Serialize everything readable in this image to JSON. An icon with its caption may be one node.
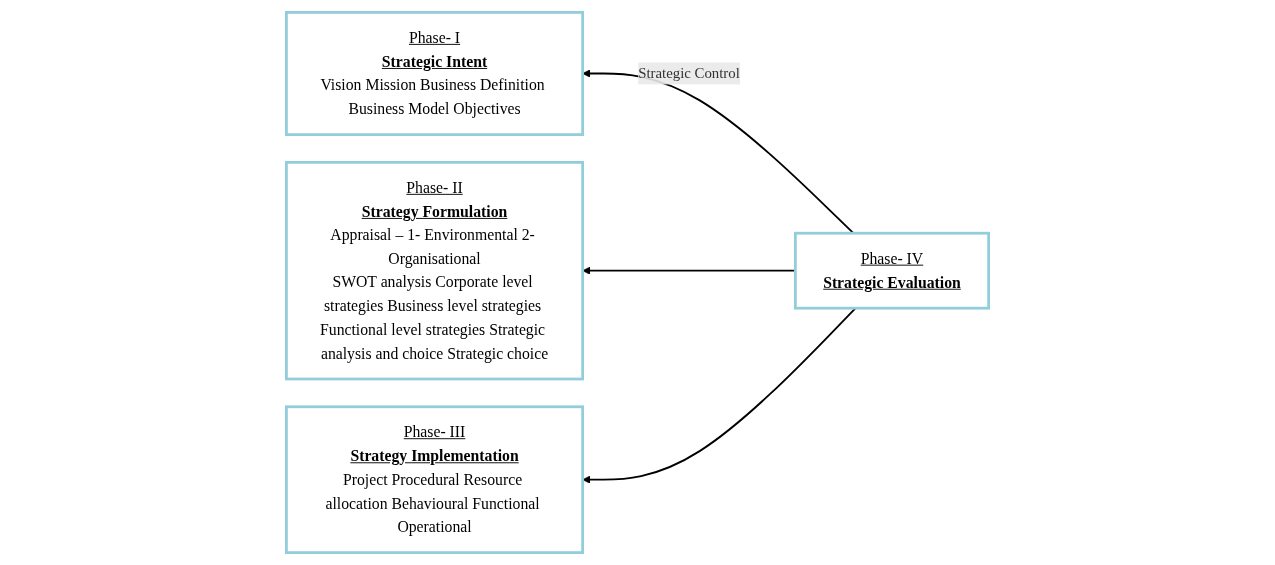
{
  "diagram": {
    "nodes": [
      {
        "text": [
          "Phase- I",
          "Strategic Intent",
          "Vision Mission Business Definition Business Model Objectives"
        ]
      },
      {
        "text": [
          "Phase- II",
          "Strategy Formulation",
          "Appraisal – 1- Environmental 2- Organisational",
          "SWOT analysis Corporate level strategies Business level strategies Functional level strategies Strategic analysis and choice Strategic choice"
        ]
      },
      {
        "text": [
          "Phase- III",
          "Strategy Implementation",
          "Project Procedural Resource allocation Behavioural Functional Operational"
        ]
      },
      {
        "text": [
          "Phase- IV",
          "Strategic Evaluation"
        ]
      }
    ],
    "edges": [
      {
        "from": 3,
        "to": 0,
        "arrow": "to",
        "label": "Strategic Control"
      },
      {
        "from": 3,
        "to": 1,
        "arrow": "to"
      },
      {
        "from": 3,
        "to": 2,
        "arrow": "to"
      }
    ]
  }
}
